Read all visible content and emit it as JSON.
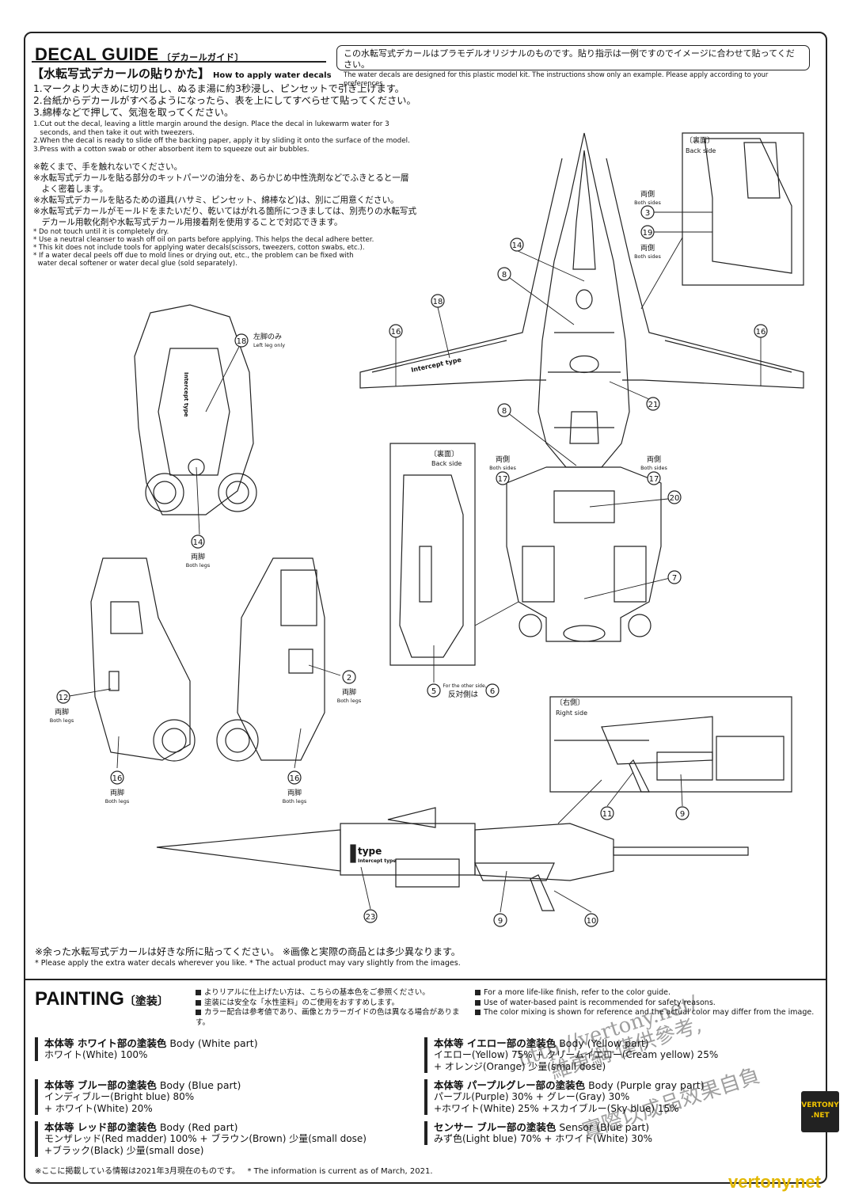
{
  "header": {
    "title": "DECAL GUIDE",
    "title_sub": "〔デカールガイド〕",
    "notice_jp": "この水転写式デカールはプラモデルオリジナルのものです。貼り指示は一例ですのでイメージに合わせて貼ってください。",
    "notice_en": "The water decals are designed for this plastic model kit. The instructions show only an example. Please apply according to your preferences."
  },
  "howto": {
    "heading_jp": "【水転写式デカールの貼りかた】",
    "heading_en": "How to apply water decals",
    "steps_jp": [
      "1.マークより大きめに切り出し、ぬるま湯に約3秒浸し、ピンセットで引き上げます。",
      "2.台紙からデカールがすべるようになったら、表を上にしてすべらせて貼ってください。",
      "3.綿棒などで押して、気泡を取ってください。"
    ],
    "steps_en": [
      "1.Cut out the decal, leaving a little margin around the design. Place the decal in lukewarm water for 3",
      "   seconds, and then take it out with tweezers.",
      "2.When the decal is ready to slide off the backing paper, apply it by sliding it onto the surface of the model.",
      "3.Press with a cotton swab or other absorbent item to squeeze out air bubbles."
    ],
    "notes_jp": [
      "※乾くまで、手を触れないでください。",
      "※水転写式デカールを貼る部分のキットパーツの油分を、あらかじめ中性洗剤などでふきとると一層",
      "　よく密着します。",
      "※水転写式デカールを貼るための道具(ハサミ、ピンセット、綿棒など)は、別にご用意ください。",
      "※水転写式デカールがモールドをまたいだり、乾いてはがれる箇所につきましては、別売りの水転写式",
      "　デカール用軟化剤や水転写式デカール用接着剤を使用することで対応できます。"
    ],
    "notes_en": [
      "* Do not touch until it is completely dry.",
      "* Use a neutral cleanser to wash off oil on parts before applying. This helps the decal adhere better.",
      "* This kit does not include tools for applying water decals(scissors, tweezers, cotton swabs, etc.).",
      "* If a water decal peels off due to mold lines or drying out, etc., the problem can be fixed with",
      "  water decal softener or water decal glue (sold separately)."
    ]
  },
  "labels": {
    "back_side_jp": "〔裏面〕",
    "back_side_en": "Back side",
    "both_sides_jp": "両側",
    "both_sides_en": "Both sides",
    "left_leg_jp": "左脚のみ",
    "left_leg_en": "Left leg only",
    "both_legs_jp": "両脚",
    "both_legs_en": "Both legs",
    "right_side_jp": "〔右側〕",
    "right_side_en": "Right side",
    "other_side_en": "For the other side,",
    "other_side_jp": "反対側は",
    "intercept_type": "Intercept type",
    "type": "type",
    "callouts": [
      "2",
      "3",
      "5",
      "6",
      "7",
      "8",
      "9",
      "10",
      "11",
      "12",
      "14",
      "16",
      "17",
      "18",
      "19",
      "20",
      "21",
      "23"
    ]
  },
  "footer": {
    "note_jp": "※余った水転写式デカールは好きな所に貼ってください。 ※画像と実際の商品とは多少異なります。",
    "note_en": "* Please apply the extra water decals wherever you like.   * The actual product may vary slightly from the images."
  },
  "painting": {
    "title": "PAINTING",
    "title_jp": "〔塗装〕",
    "notes_jp": [
      "よりリアルに仕上げたい方は、こちらの基本色をご参照ください。",
      "塗装には安全な「水性塗料」のご使用をおすすめします。",
      "カラー配合は参考値であり、画像とカラーガイドの色は異なる場合があります。"
    ],
    "notes_en": [
      "For a more life-like finish, refer to the color guide.",
      "Use of water-based paint is recommended for safety reasons.",
      "The color mixing is shown for reference and the actual color may differ from the image."
    ],
    "colors": [
      {
        "head_jp": "本体等 ホワイト部の塗装色",
        "head_en": "Body (White part)",
        "lines": [
          "ホワイト(White) 100%"
        ]
      },
      {
        "head_jp": "本体等 イエロー部の塗装色",
        "head_en": "Body (Yellow part)",
        "lines": [
          "イエロー(Yellow) 75% + クリームイエロー(Cream yellow) 25%",
          "+ オレンジ(Orange) 少量(small dose)"
        ]
      },
      {
        "head_jp": "本体等 ブルー部の塗装色",
        "head_en": "Body (Blue part)",
        "lines": [
          "インディブルー(Bright blue) 80%",
          "+ ホワイト(White) 20%"
        ]
      },
      {
        "head_jp": "本体等 パープルグレー部の塗装色",
        "head_en": "Body (Purple gray part)",
        "lines": [
          "パープル(Purple) 30% + グレー(Gray) 30%",
          "+ホワイト(White) 25% +スカイブルー(Sky blue) 15%"
        ]
      },
      {
        "head_jp": "本体等 レッド部の塗装色",
        "head_en": "Body (Red part)",
        "lines": [
          "モンザレッド(Red madder) 100% + ブラウン(Brown) 少量(small dose)",
          "+ブラック(Black) 少量(small dose)"
        ]
      },
      {
        "head_jp": "センサー ブルー部の塗装色",
        "head_en": "Sensor (Blue part)",
        "lines": [
          "みず色(Light blue) 70% + ホワイト(White) 30%"
        ]
      }
    ],
    "info_jp": "※ここに掲載している情報は2021年3月現在のものです。",
    "info_en": "* The information is current as of March, 2021."
  },
  "watermark": {
    "site": "http://vertony.net/",
    "cn": "維東網·僅供參考,",
    "cn2": "實際以成品效果自負",
    "badge": "VERTONY .NET",
    "bottom": "vertony.net"
  }
}
